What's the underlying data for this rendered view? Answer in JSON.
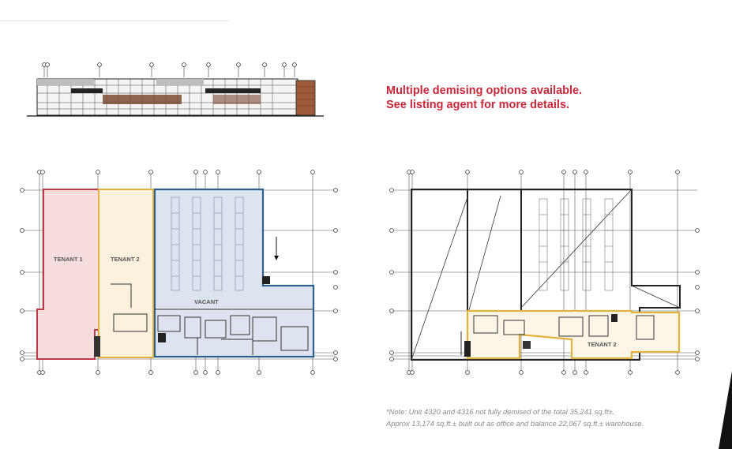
{
  "headline": {
    "line1": "Multiple demising options available.",
    "line2": "See listing agent for more details."
  },
  "note": {
    "line1": "*Note: Unit 4320 and 4316 not fully demised of the total 35,241 sq.ft±.",
    "line2": "Approx 13,174 sq.ft.± built out as office and balance 22,067 sq.ft.± warehouse."
  },
  "plan_left": {
    "tenant1": "TENANT 1",
    "tenant2": "TENANT 2",
    "vacant": "VACANT"
  },
  "plan_right": {
    "tenant2": "TENANT 2"
  },
  "colors": {
    "accent_red": "#c8283a",
    "tenant1_outline": "#c0394a",
    "tenant1_fill": "#f6dcdc",
    "tenant2_outline": "#e3b23c",
    "tenant2_fill": "#fbf1dd",
    "vacant_outline": "#2f5f8f",
    "vacant_fill": "#dde4ef"
  }
}
